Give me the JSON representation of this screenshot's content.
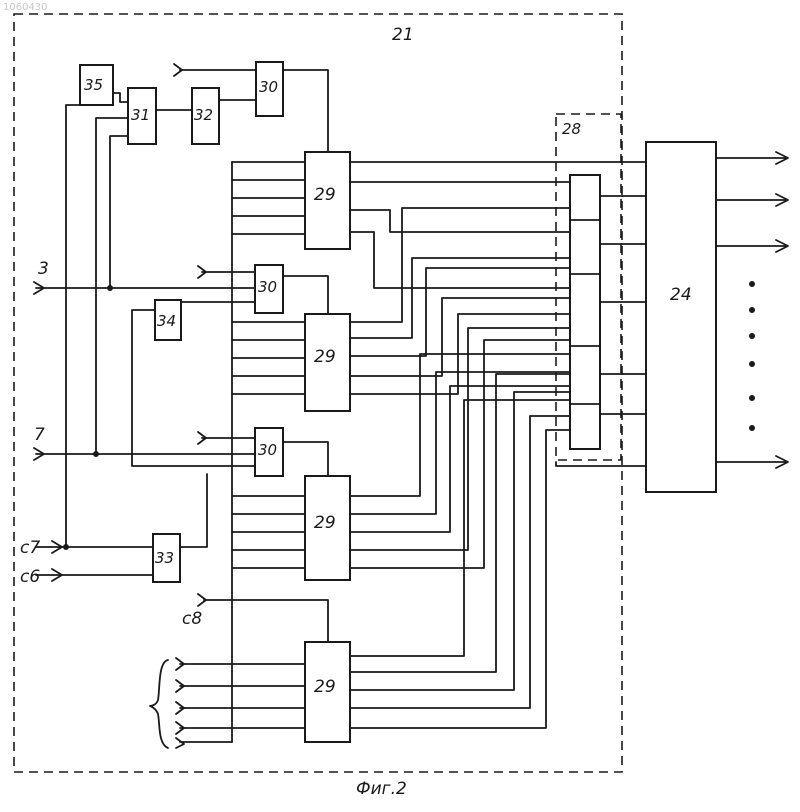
{
  "watermark": "1060430",
  "caption": "Фиг.2",
  "blocks": {
    "b21": "21",
    "b28": "28",
    "b24": "24",
    "b35": "35",
    "b31": "31",
    "b32": "32",
    "b30": "30",
    "b29": "29",
    "b34": "34",
    "b33": "33"
  },
  "inputs": {
    "in3": "3",
    "in7": "7",
    "c7": "c7",
    "c6": "c6",
    "c8": "c8"
  }
}
